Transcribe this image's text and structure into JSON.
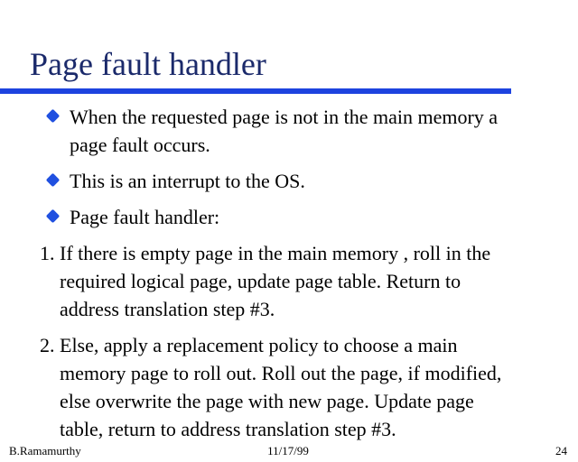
{
  "slide": {
    "title": "Page fault handler",
    "colors": {
      "title_text": "#1B2A6B",
      "accent_line": "#1D43DF",
      "bullet": "#2050E0"
    },
    "bullets": [
      {
        "text": "When the requested page is not in the main memory a\npage fault occurs."
      },
      {
        "text": "This is an interrupt to the OS."
      },
      {
        "text": "Page fault handler:"
      }
    ],
    "numbered": [
      {
        "marker": "1.",
        "text": "If there is empty page in the main memory , roll in the\nrequired logical page, update page table. Return to\naddress translation step #3."
      },
      {
        "marker": "2.",
        "text": "Else, apply a replacement policy to choose a main\nmemory page to roll out. Roll out the page, if modified,\nelse overwrite the page with new page. Update page\ntable, return to address translation step #3."
      }
    ],
    "footer": {
      "author": "B.Ramamurthy",
      "date": "11/17/99",
      "page": "24"
    }
  }
}
